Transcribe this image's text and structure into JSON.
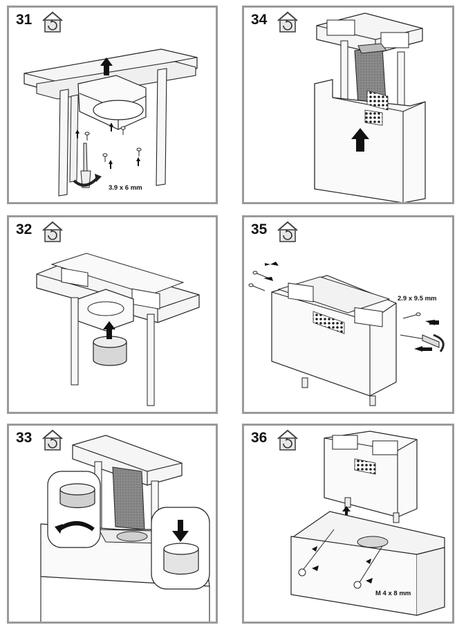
{
  "steps": [
    {
      "number": "31",
      "label": "3.9 x 6 mm"
    },
    {
      "number": "34",
      "label": ""
    },
    {
      "number": "32",
      "label": ""
    },
    {
      "number": "35",
      "label": "2.9 x 9.5 mm"
    },
    {
      "number": "33",
      "label": ""
    },
    {
      "number": "36",
      "label": "M 4 x 8 mm"
    }
  ],
  "icon": "house-rotate-icon",
  "colors": {
    "frame": "#9a9a9a",
    "duct": "#8c8c8c",
    "line": "#222222"
  }
}
